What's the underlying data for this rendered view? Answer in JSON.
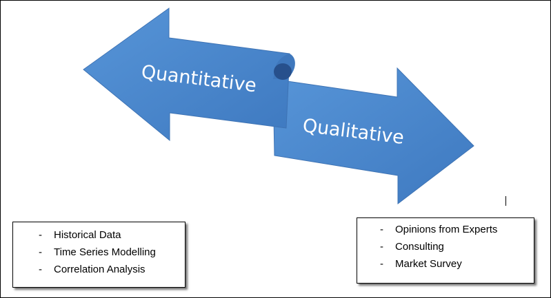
{
  "diagram": {
    "left_arrow_label": "Quantitative",
    "right_arrow_label": "Qualitative",
    "arrow_color": "#4a86cc",
    "arrow_dark_color": "#27508c"
  },
  "left_box": {
    "items": [
      "Historical Data",
      "Time Series Modelling",
      "Correlation Analysis"
    ]
  },
  "right_box": {
    "items": [
      "Opinions from Experts",
      "Consulting",
      "Market Survey"
    ]
  },
  "bullet": "-"
}
